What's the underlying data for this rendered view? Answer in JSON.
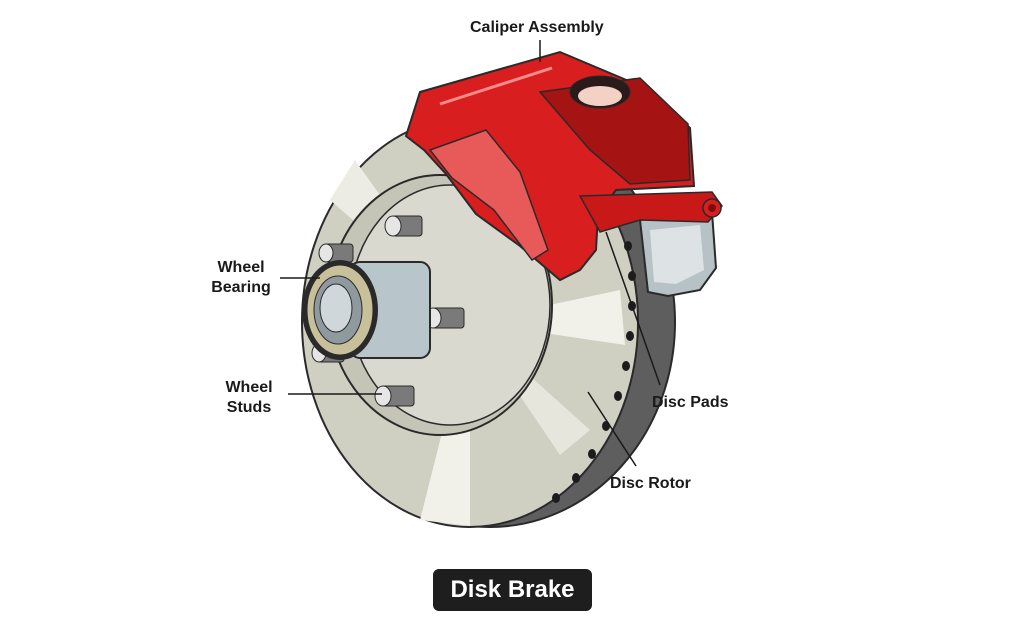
{
  "diagram": {
    "title": "Disk Brake",
    "labels": {
      "caliper_assembly": "Caliper Assembly",
      "wheel_bearing_line1": "Wheel",
      "wheel_bearing_line2": "Bearing",
      "wheel_studs_line1": "Wheel",
      "wheel_studs_line2": "Studs",
      "disc_pads": "Disc Pads",
      "disc_rotor": "Disc Rotor"
    },
    "colors": {
      "caliper": "#d81e1e",
      "caliper_shadow": "#a51313",
      "rotor_face": "#cfd0c2",
      "rotor_edge": "#6f6f6f",
      "hub": "#b8c6cc",
      "title_bg": "#1e1e1e"
    }
  }
}
